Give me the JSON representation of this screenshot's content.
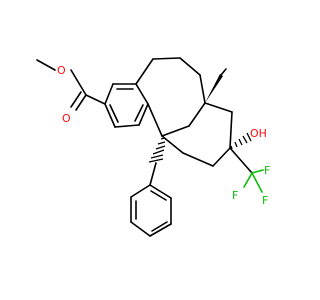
{
  "molecule": {
    "atom_labels": {
      "ester_o_single": "O",
      "ester_o_double": "O",
      "hydroxyl": "OH",
      "f1": "F",
      "f2": "F",
      "f3": "F"
    },
    "colors": {
      "carbon_bond": "#000000",
      "oxygen": "#ff0d0d",
      "fluorine": "#0bbd0b"
    }
  }
}
